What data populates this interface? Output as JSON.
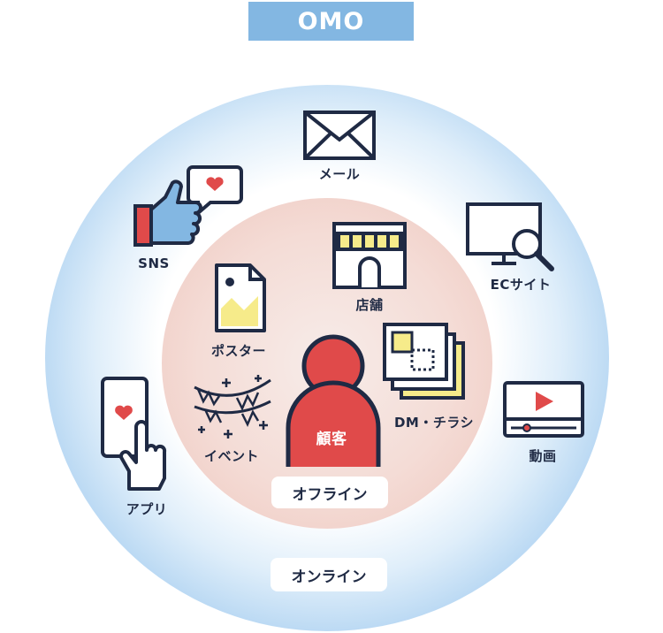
{
  "title": "OMO",
  "customer": {
    "label": "顧客"
  },
  "offline": {
    "pill": "オフライン",
    "nodes": {
      "store": "店舗",
      "poster": "ポスター",
      "dm": "DM・チラシ",
      "event": "イベント"
    }
  },
  "online": {
    "pill": "オンライン",
    "nodes": {
      "mail": "メール",
      "sns": "SNS",
      "ec": "ECサイト",
      "video": "動画",
      "app": "アプリ"
    }
  },
  "colors": {
    "navy": "#1f2a44",
    "blue": "#83b7e2",
    "red": "#e04a4a",
    "yellow": "#f6eb8a"
  }
}
